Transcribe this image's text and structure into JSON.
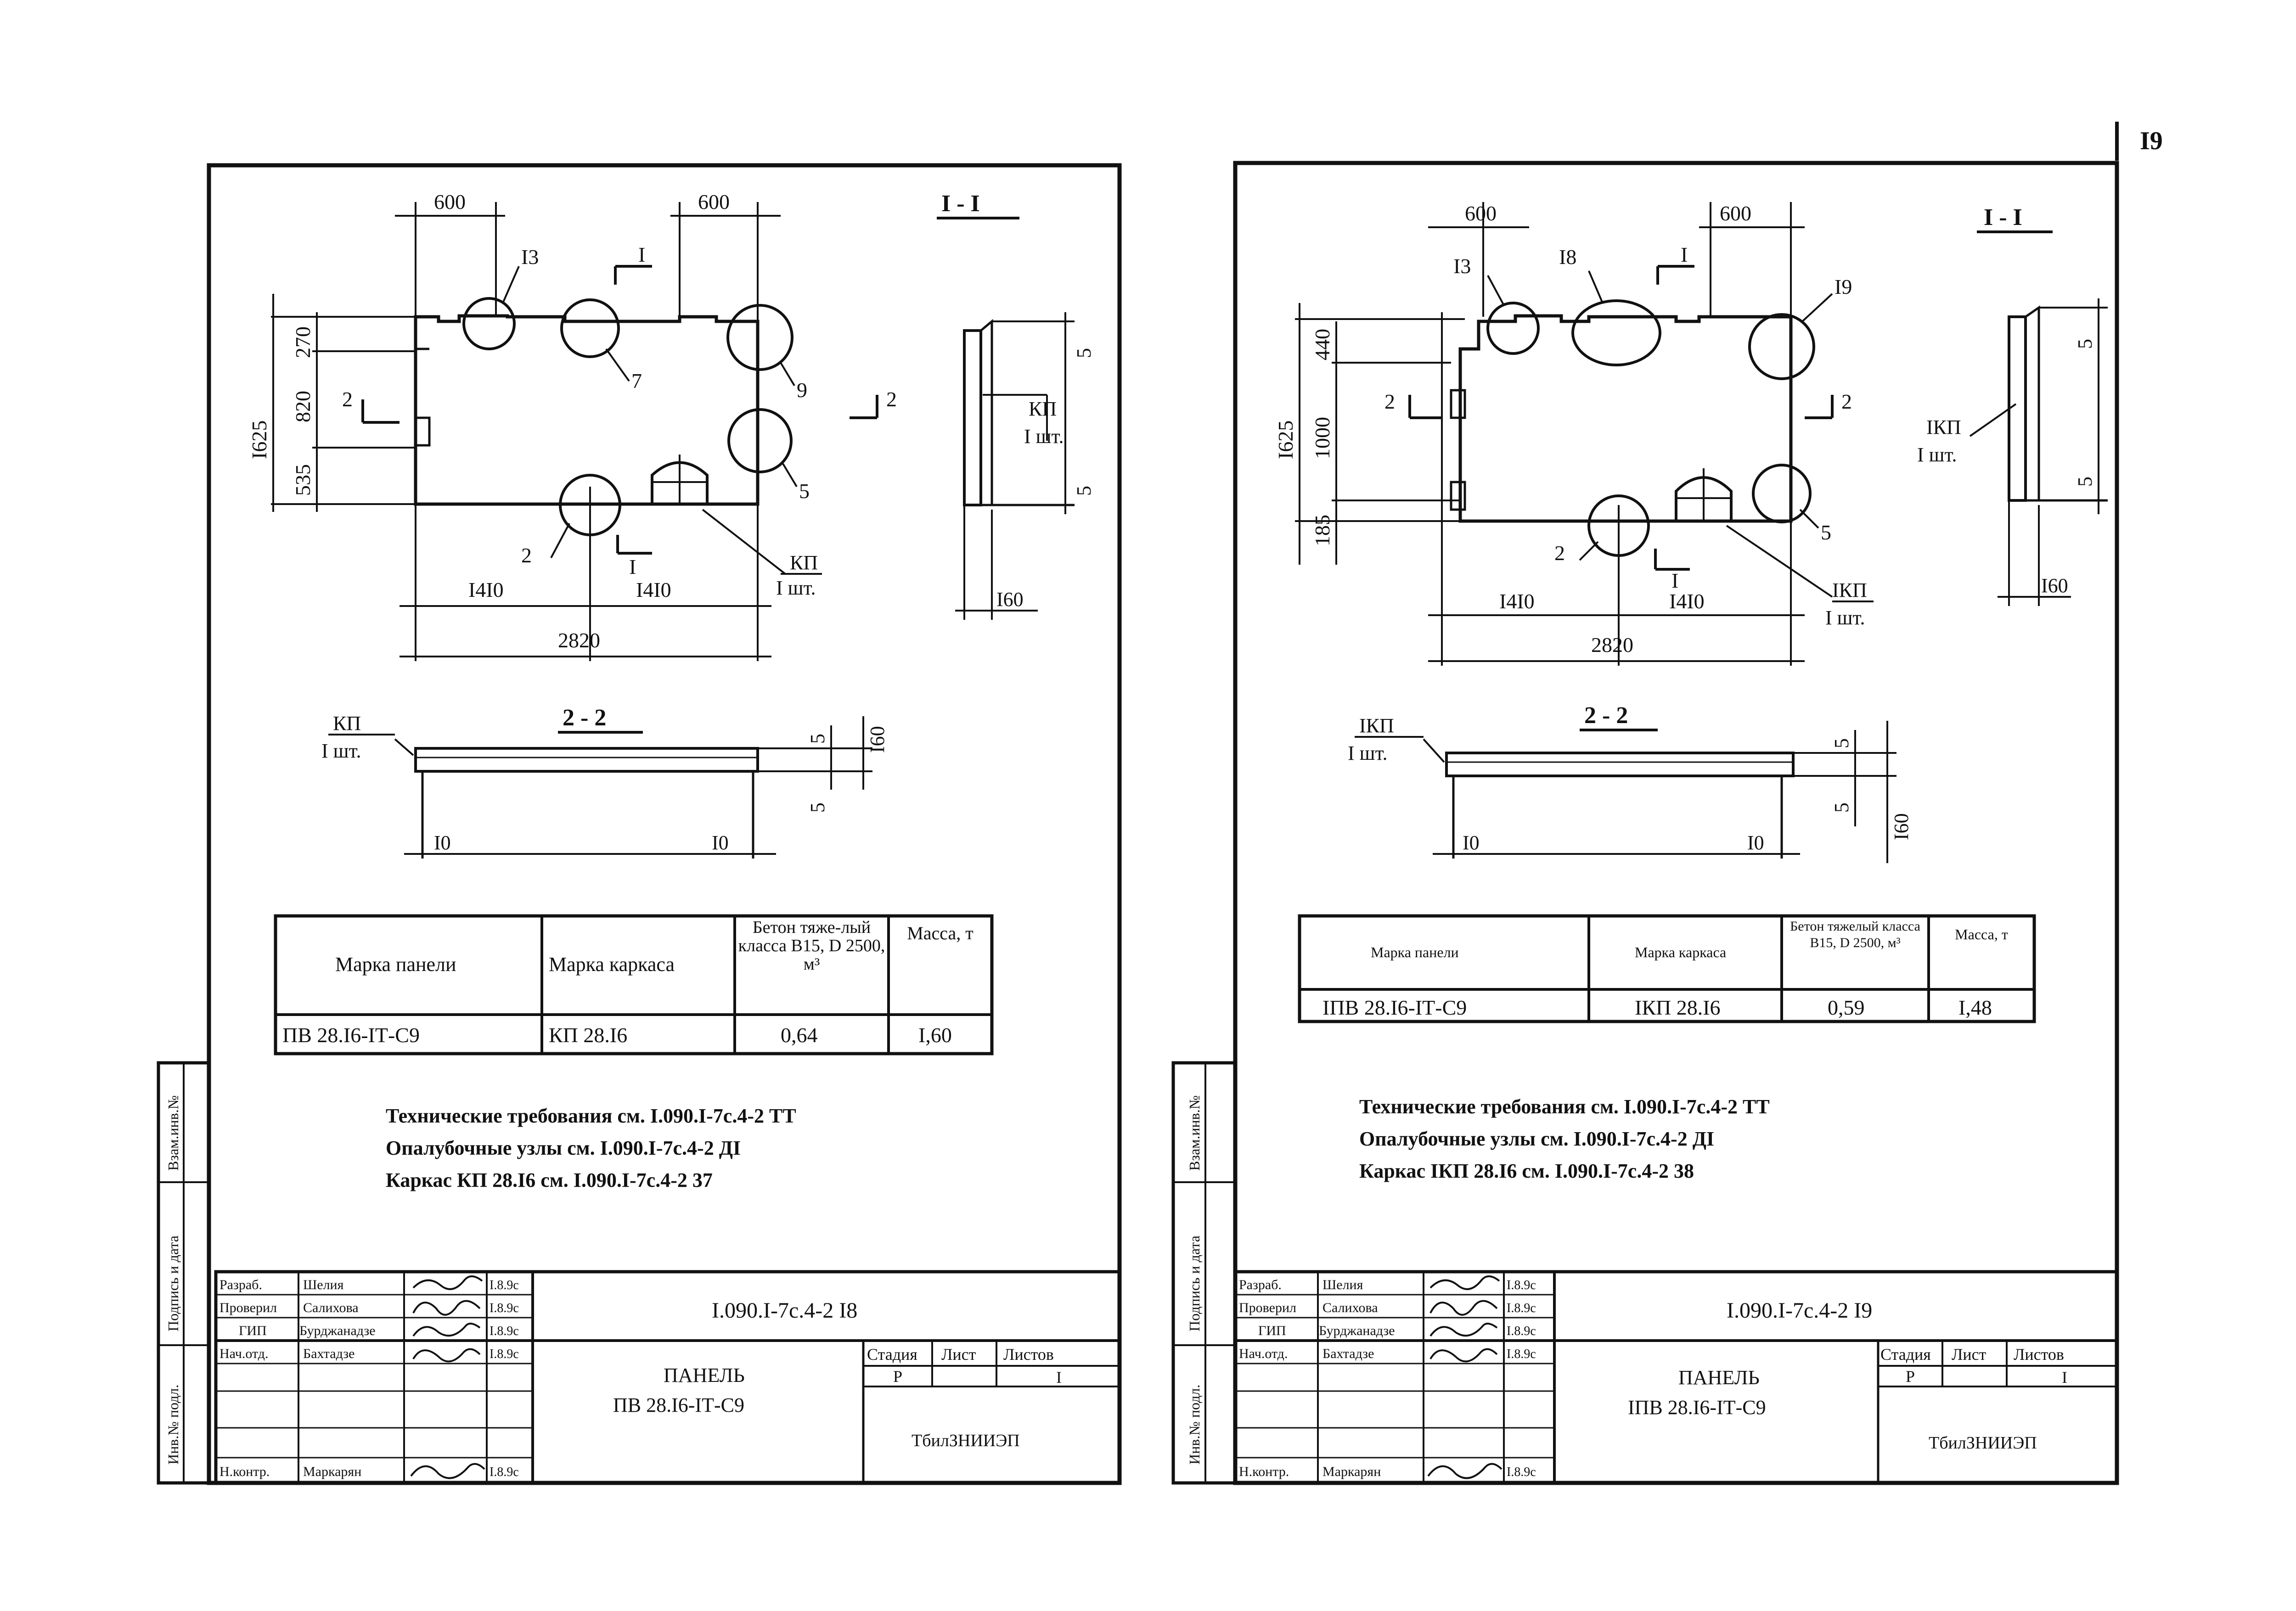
{
  "page_number": "I9",
  "sheets": [
    {
      "id": "left",
      "section_1_1": {
        "title": "I - I",
        "dims_top": [
          "600",
          "600"
        ],
        "dims_left": [
          "270",
          "820",
          "535"
        ],
        "dim_total_height": "I625",
        "dims_bottom": [
          "I4I0",
          "I4I0"
        ],
        "dim_total_width": "2820",
        "callouts": [
          "I3",
          "7",
          "9",
          "5",
          "2"
        ],
        "section_marks": [
          "I",
          "I",
          "2",
          "2"
        ],
        "frame_label": "КП",
        "frame_qty": "I шт.",
        "side_dims": [
          "5",
          "5",
          "I60"
        ]
      },
      "section_2_2": {
        "title": "2 - 2",
        "frame_label": "КП",
        "frame_qty": "I шт.",
        "dims": [
          "5",
          "5",
          "I60",
          "I0",
          "I0"
        ]
      },
      "spec_table": {
        "headers": [
          "Марка панели",
          "Марка каркаса",
          "Бетон тяже-лый класса B15, D 2500, м³",
          "Масса, т"
        ],
        "row": [
          "ПВ 28.I6-IТ-С9",
          "КП 28.I6",
          "0,64",
          "I,60"
        ]
      },
      "notes": [
        "Технические требования см. I.090.I-7с.4-2 ТТ",
        "Опалубочные узлы см. I.090.I-7с.4-2 ДI",
        "Каркас КП 28.I6 см. I.090.I-7с.4-2 37"
      ],
      "side_stamp": [
        "Инв.№ подл.",
        "Подпись и дата",
        "Взам.инв.№"
      ],
      "title_block": {
        "code": "I.090.I-7с.4-2 I8",
        "name_line1": "ПАНЕЛЬ",
        "name_line2": "ПВ 28.I6-IТ-С9",
        "roles": [
          "Разраб.",
          "Проверил",
          "ГИП",
          "Нач.отд.",
          "",
          "",
          "Н.контр."
        ],
        "persons": [
          "Шелия",
          "Салихова",
          "Бурджанадзе",
          "Бахтадзе",
          "",
          "",
          "Маркарян"
        ],
        "dates": [
          "I.8.9c",
          "I.8.9c",
          "I.8.9c",
          "I.8.9c",
          "",
          "",
          "I.8.9c"
        ],
        "stage_label": "Стадия",
        "sheet_label": "Лист",
        "sheets_label": "Листов",
        "stage_value": "Р",
        "sheets_value": "I",
        "org": "ТбилЗНИИЭП"
      }
    },
    {
      "id": "right",
      "section_1_1": {
        "title": "I - I",
        "dims_top": [
          "600",
          "600"
        ],
        "dims_left": [
          "440",
          "1000",
          "185"
        ],
        "dim_total_height": "I625",
        "dims_bottom": [
          "I4I0",
          "I4I0"
        ],
        "dim_total_width": "2820",
        "callouts": [
          "I3",
          "I8",
          "I9",
          "5",
          "2"
        ],
        "section_marks": [
          "I",
          "I",
          "2",
          "2"
        ],
        "frame_label": "IКП",
        "frame_qty": "I шт.",
        "side_dims": [
          "5",
          "5",
          "I60"
        ]
      },
      "section_2_2": {
        "title": "2 - 2",
        "frame_label": "IКП",
        "frame_qty": "I шт.",
        "dims": [
          "5",
          "5",
          "I60",
          "I0",
          "I0"
        ]
      },
      "spec_table": {
        "headers": [
          "Марка панели",
          "Марка каркаса",
          "Бетон тяжелый класса B15, D 2500, м³",
          "Масса, т"
        ],
        "row": [
          "IПВ 28.I6-IТ-С9",
          "IКП 28.I6",
          "0,59",
          "I,48"
        ]
      },
      "notes": [
        "Технические требования см. I.090.I-7с.4-2 ТТ",
        "Опалубочные узлы см. I.090.I-7с.4-2 ДI",
        "Каркас IКП 28.I6 см. I.090.I-7с.4-2 38"
      ],
      "side_stamp": [
        "Инв.№ подл.",
        "Подпись и дата",
        "Взам.инв.№"
      ],
      "title_block": {
        "code": "I.090.I-7с.4-2 I9",
        "name_line1": "ПАНЕЛЬ",
        "name_line2": "IПВ 28.I6-IТ-С9",
        "roles": [
          "Разраб.",
          "Проверил",
          "ГИП",
          "Нач.отд.",
          "",
          "",
          "Н.контр."
        ],
        "persons": [
          "Шелия",
          "Салихова",
          "Бурджанадзе",
          "Бахтадзе",
          "",
          "",
          "Маркарян"
        ],
        "dates": [
          "I.8.9c",
          "I.8.9c",
          "I.8.9c",
          "I.8.9c",
          "",
          "",
          "I.8.9c"
        ],
        "stage_label": "Стадия",
        "sheet_label": "Лист",
        "sheets_label": "Листов",
        "stage_value": "Р",
        "sheets_value": "I",
        "org": "ТбилЗНИИЭП"
      }
    }
  ]
}
